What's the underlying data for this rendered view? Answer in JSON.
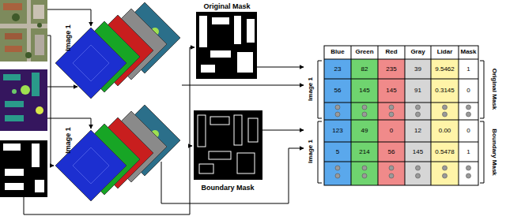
{
  "diagram": {
    "labels": [
      "Image 1",
      "Original Mask",
      "Image 1",
      "Boundary Mask",
      "Blue",
      "Green",
      "Red",
      "Gray",
      "Lidar",
      "Mask",
      "23",
      "82",
      "235",
      "39",
      "9.5462",
      "1",
      "56",
      "145",
      "145",
      "91",
      "0.3145",
      "0",
      "123",
      "49",
      "0",
      "12",
      "0.00",
      "0",
      "5",
      "214",
      "56",
      "145",
      "0.5478",
      "1",
      "Image 1",
      "Image 1",
      "Original Mask",
      "Boundary Mask"
    ]
  }
}
